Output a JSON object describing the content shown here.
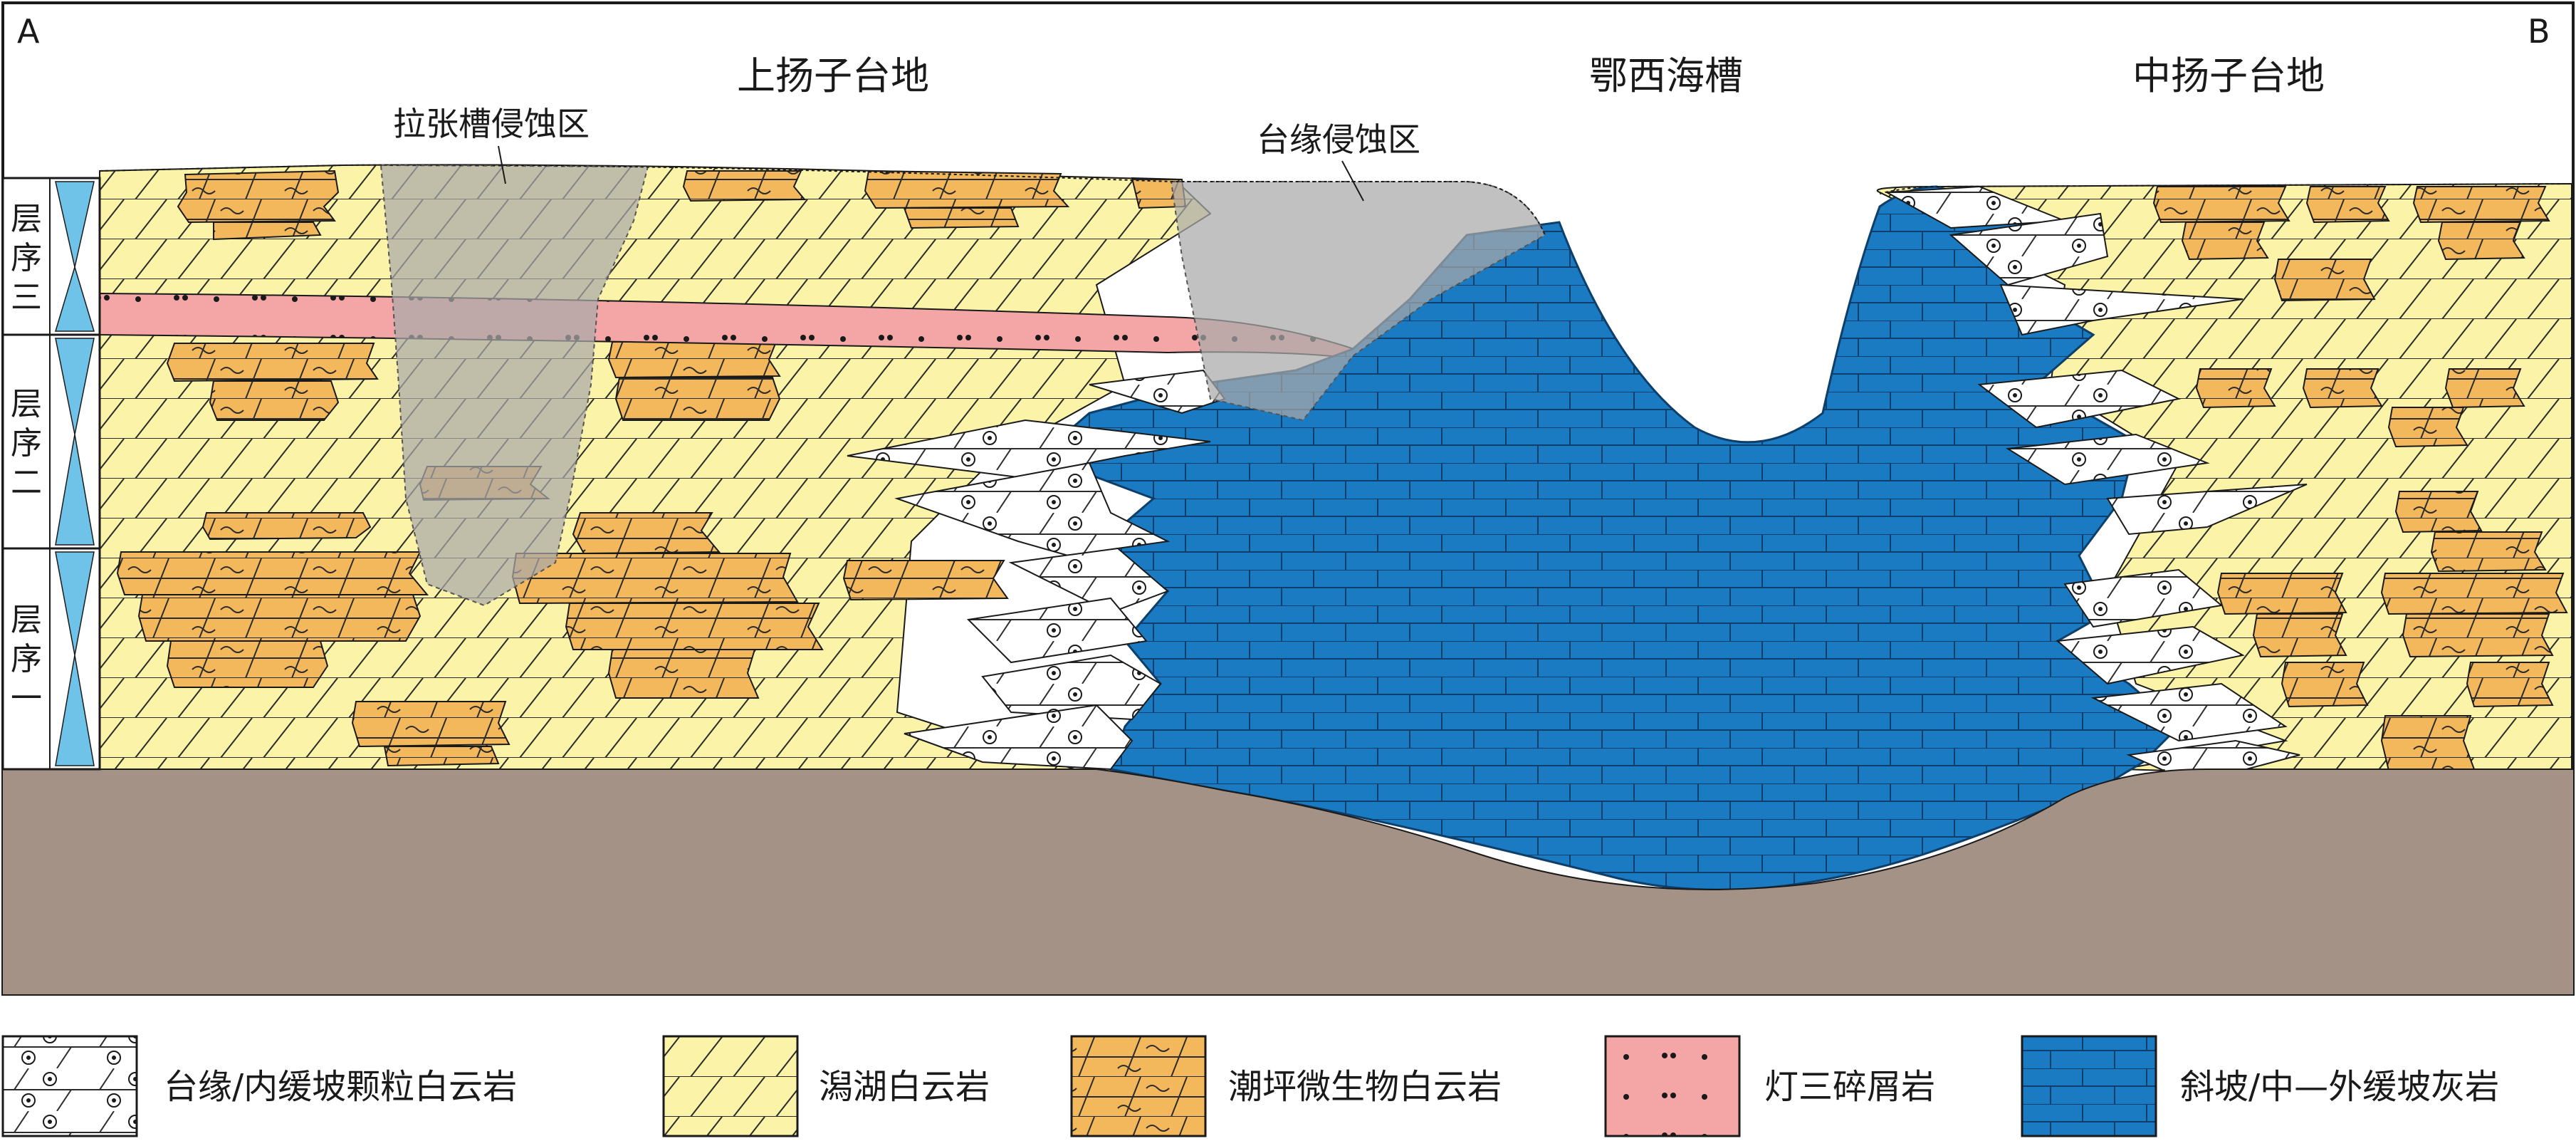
{
  "section": {
    "start_label": "A",
    "end_label": "B",
    "regions": [
      {
        "name": "上扬子台地"
      },
      {
        "name": "鄂西海槽"
      },
      {
        "name": "中扬子台地"
      }
    ],
    "erosion_zones": [
      {
        "name": "拉张槽侵蚀区"
      },
      {
        "name": "台缘侵蚀区"
      }
    ]
  },
  "sequences": [
    {
      "label": "层序三",
      "chars": [
        "层",
        "序",
        "三"
      ]
    },
    {
      "label": "层序二",
      "chars": [
        "层",
        "序",
        "二"
      ]
    },
    {
      "label": "层序一",
      "chars": [
        "层",
        "序",
        "一"
      ]
    }
  ],
  "legend": [
    {
      "label": "台缘/内缓坡颗粒白云岩",
      "color": "#ffffff",
      "pattern": "grain-dolomite"
    },
    {
      "label": "潟湖白云岩",
      "color": "#fbf3a8",
      "pattern": "lagoon-dolomite"
    },
    {
      "label": "潮坪微生物白云岩",
      "color": "#f4b85c",
      "pattern": "microbial-dolomite"
    },
    {
      "label": "灯三碎屑岩",
      "color": "#f4a6a6",
      "pattern": "clastic"
    },
    {
      "label": "斜坡/中—外缓坡灰岩",
      "color": "#1b7bc2",
      "pattern": "limestone"
    }
  ],
  "colors": {
    "basement": "#a49287",
    "lagoon": "#fbf3a8",
    "microbial": "#f4b85c",
    "clastic": "#f4a6a6",
    "limestone": "#1b7bc2",
    "erosion": "#a9a9a9",
    "sequence_column": "#6fc3e8"
  }
}
